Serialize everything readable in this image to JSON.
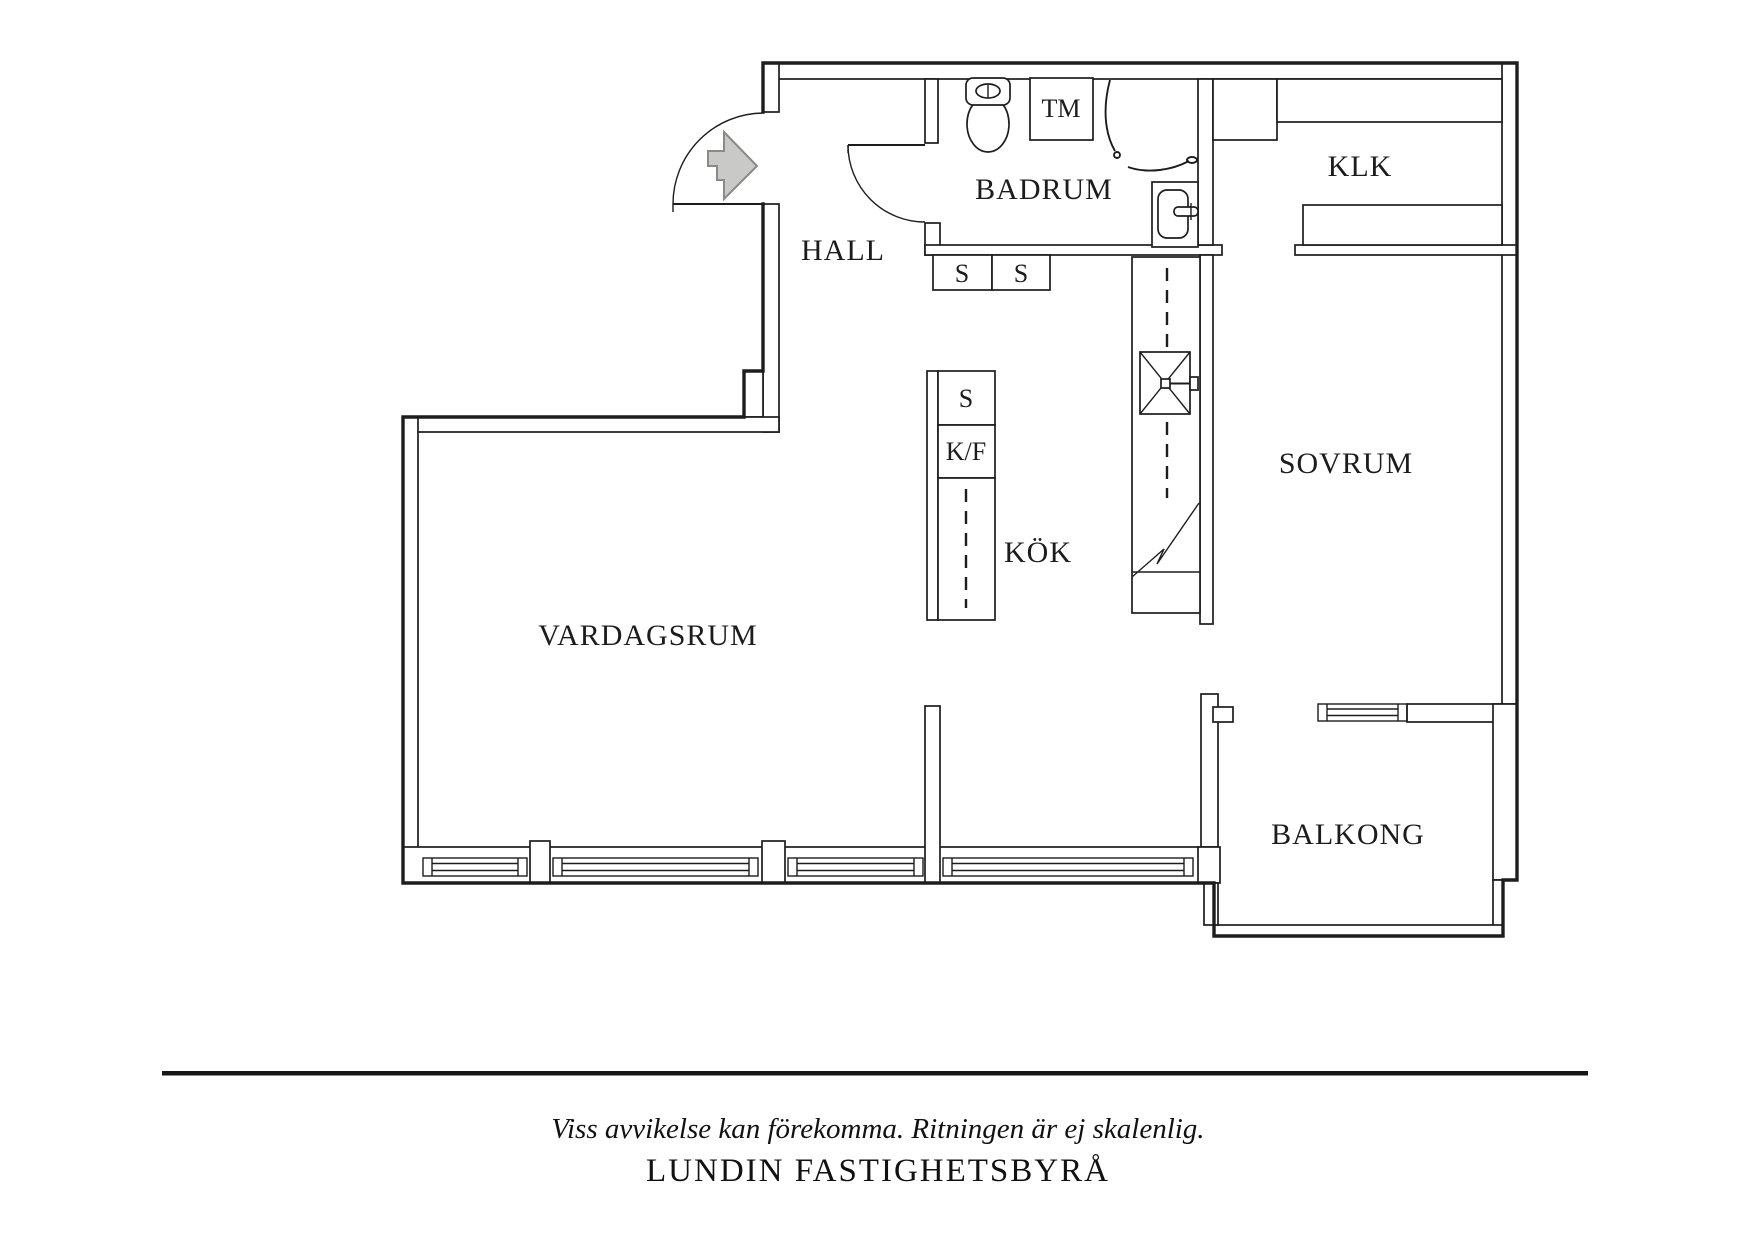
{
  "colors": {
    "line": "#1d1d1d",
    "arrow_fill": "#c9c9c7",
    "arrow_stroke": "#8a8a88"
  },
  "floorplan": {
    "rooms": {
      "hall": "HALL",
      "badrum": "BADRUM",
      "klk": "KLK",
      "sovrum": "SOVRUM",
      "kok": "KÖK",
      "vardagsrum": "VARDAGSRUM",
      "balkong": "BALKONG"
    },
    "fixtures": {
      "tm": "TM",
      "s_hall_1": "S",
      "s_hall_2": "S",
      "s_kitchen": "S",
      "kf": "K/F"
    }
  },
  "footer": {
    "disclaimer": "Viss avvikelse kan förekomma. Ritningen är ej skalenlig.",
    "brand": "LUNDIN FASTIGHETSBYRÅ"
  }
}
